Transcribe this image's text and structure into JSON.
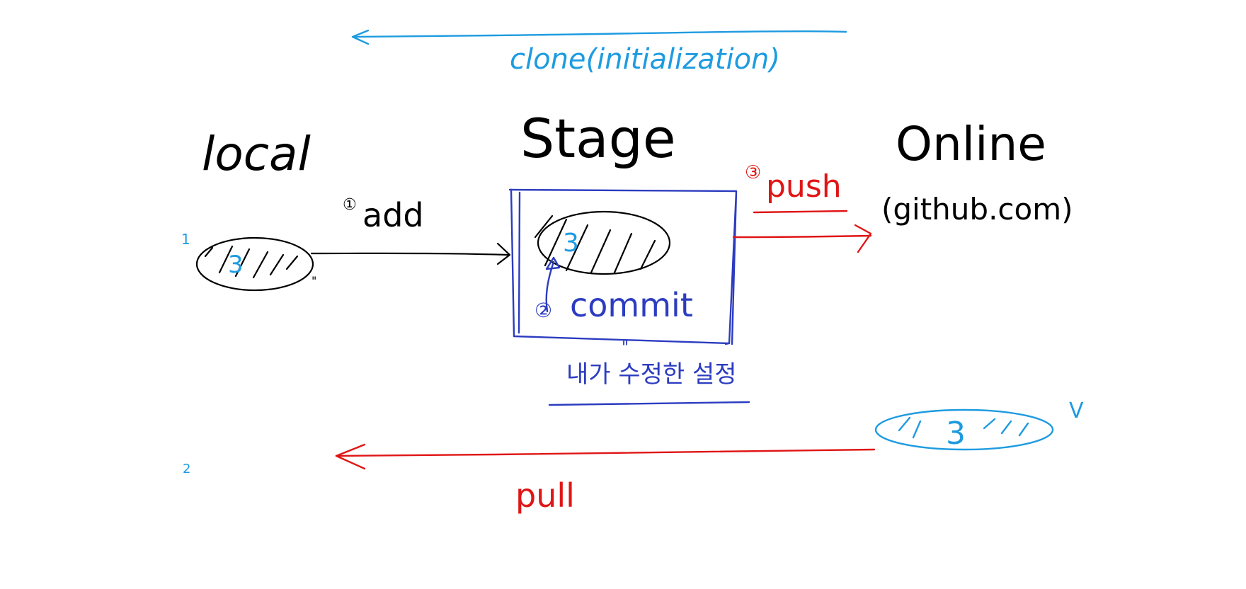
{
  "colors": {
    "black": "#000000",
    "blue": "#1e9be0",
    "red": "#e01515",
    "navy": "#2c3cc0",
    "background": "#ffffff"
  },
  "labels": {
    "clone": "clone(initialization)",
    "local": "local",
    "stage": "Stage",
    "online": "Online",
    "online_sub": "(github.com)",
    "add": "add",
    "add_step": "①",
    "commit": "commit",
    "commit_step": "②",
    "push": "push",
    "push_step": "③",
    "stage_note": "내가 수정한 설정",
    "pull": "pull",
    "file_local_num": "3",
    "file_stage_num": "3",
    "file_online_num": "3",
    "mark_local": "1",
    "mark_bottom": "2",
    "mark_online": "V"
  }
}
